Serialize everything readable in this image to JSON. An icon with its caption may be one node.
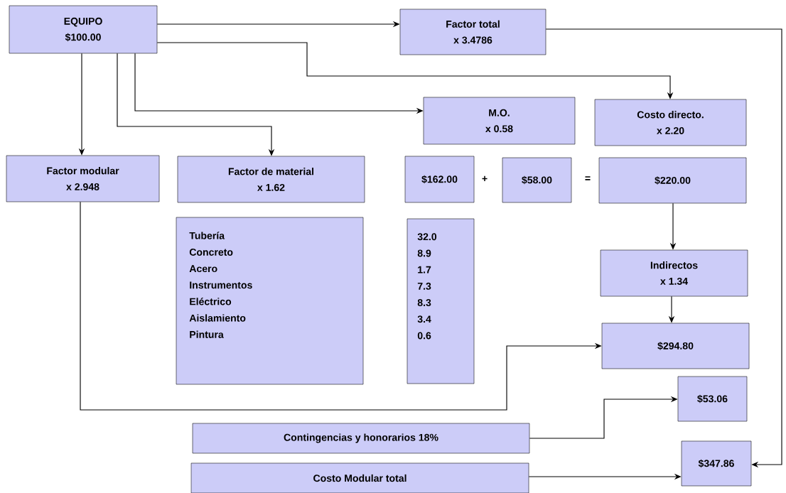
{
  "diagram": {
    "nodes": [
      {
        "text": [
          "EQUIPO",
          "$100.00"
        ]
      },
      {
        "text": [
          "Factor total",
          "x 3.4786"
        ]
      },
      {
        "text": [
          "M.O.",
          "x 0.58"
        ]
      },
      {
        "text": [
          "Costo directo.",
          "x 2.20"
        ]
      },
      {
        "text": [
          "Factor modular",
          "x 2.948"
        ]
      },
      {
        "text": [
          "Factor de material",
          "x 1.62"
        ]
      },
      {
        "text": [
          "$162.00"
        ]
      },
      {
        "text": [
          "$58.00"
        ]
      },
      {
        "text": [
          "$220.00"
        ]
      },
      {
        "text": [
          "Tubería",
          "Concreto",
          "Acero",
          "Instrumentos",
          "Eléctrico",
          "Aislamiento",
          "Pintura"
        ]
      },
      {
        "text": [
          "32.0",
          "8.9",
          "1.7",
          "7.3",
          "8.3",
          "3.4",
          "0.6"
        ]
      },
      {
        "text": [
          "Indirectos",
          "x 1.34"
        ]
      },
      {
        "text": [
          "$294.80"
        ]
      },
      {
        "text": [
          "$53.06"
        ]
      },
      {
        "text": [
          "Contingencias y honorarios 18%"
        ]
      },
      {
        "text": [
          "Costo Modular total"
        ]
      },
      {
        "text": [
          "$347.86"
        ]
      }
    ],
    "edges": [
      {
        "from": 0,
        "to": 1,
        "arrow": "to"
      },
      {
        "from": 0,
        "to": 3,
        "arrow": "to"
      },
      {
        "from": 0,
        "to": 2,
        "arrow": "to"
      },
      {
        "from": 0,
        "to": 5,
        "arrow": "to"
      },
      {
        "from": 0,
        "to": 4,
        "arrow": "to"
      },
      {
        "from": 1,
        "to": 16,
        "arrow": "to"
      },
      {
        "from": 8,
        "to": 11,
        "arrow": "to"
      },
      {
        "from": 11,
        "to": 12,
        "arrow": "to"
      },
      {
        "from": 4,
        "to": 12,
        "arrow": "to"
      },
      {
        "from": 14,
        "to": 13,
        "arrow": "to"
      },
      {
        "from": 15,
        "to": 16,
        "arrow": "to"
      }
    ],
    "labels": [
      "+",
      "="
    ]
  }
}
